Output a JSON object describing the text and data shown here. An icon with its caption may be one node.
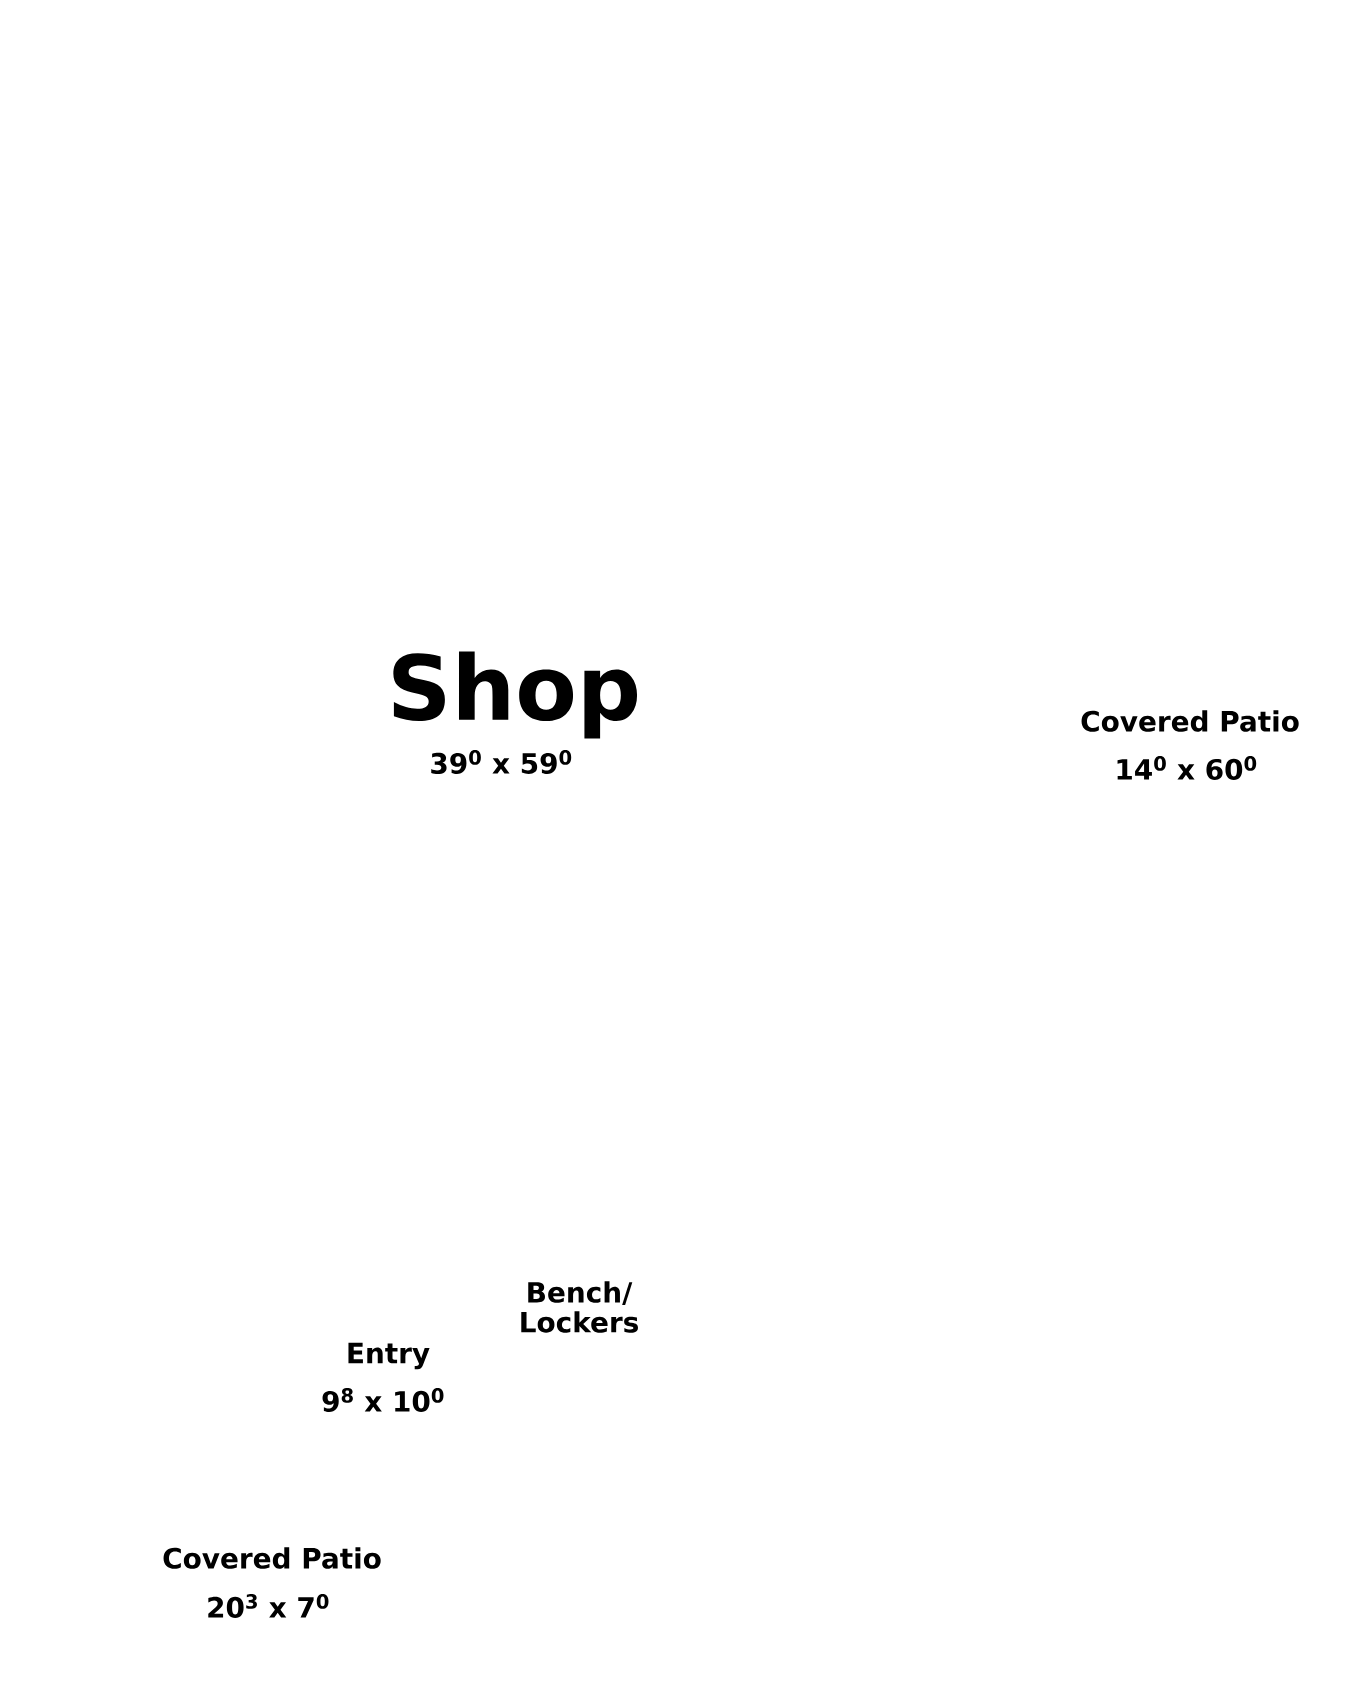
{
  "diagram": {
    "labels": [
      "Shop",
      "39$^{0}$ x 59$^{0}$",
      "Covered Patio",
      "14$^{0}$ x 60$^{0}$",
      "Bench/ Lockers",
      "Entry",
      "9$^{8}$ x 10$^{0}$",
      "Covered Patio",
      "20$^{3}$ x 7$^{0}$"
    ]
  }
}
